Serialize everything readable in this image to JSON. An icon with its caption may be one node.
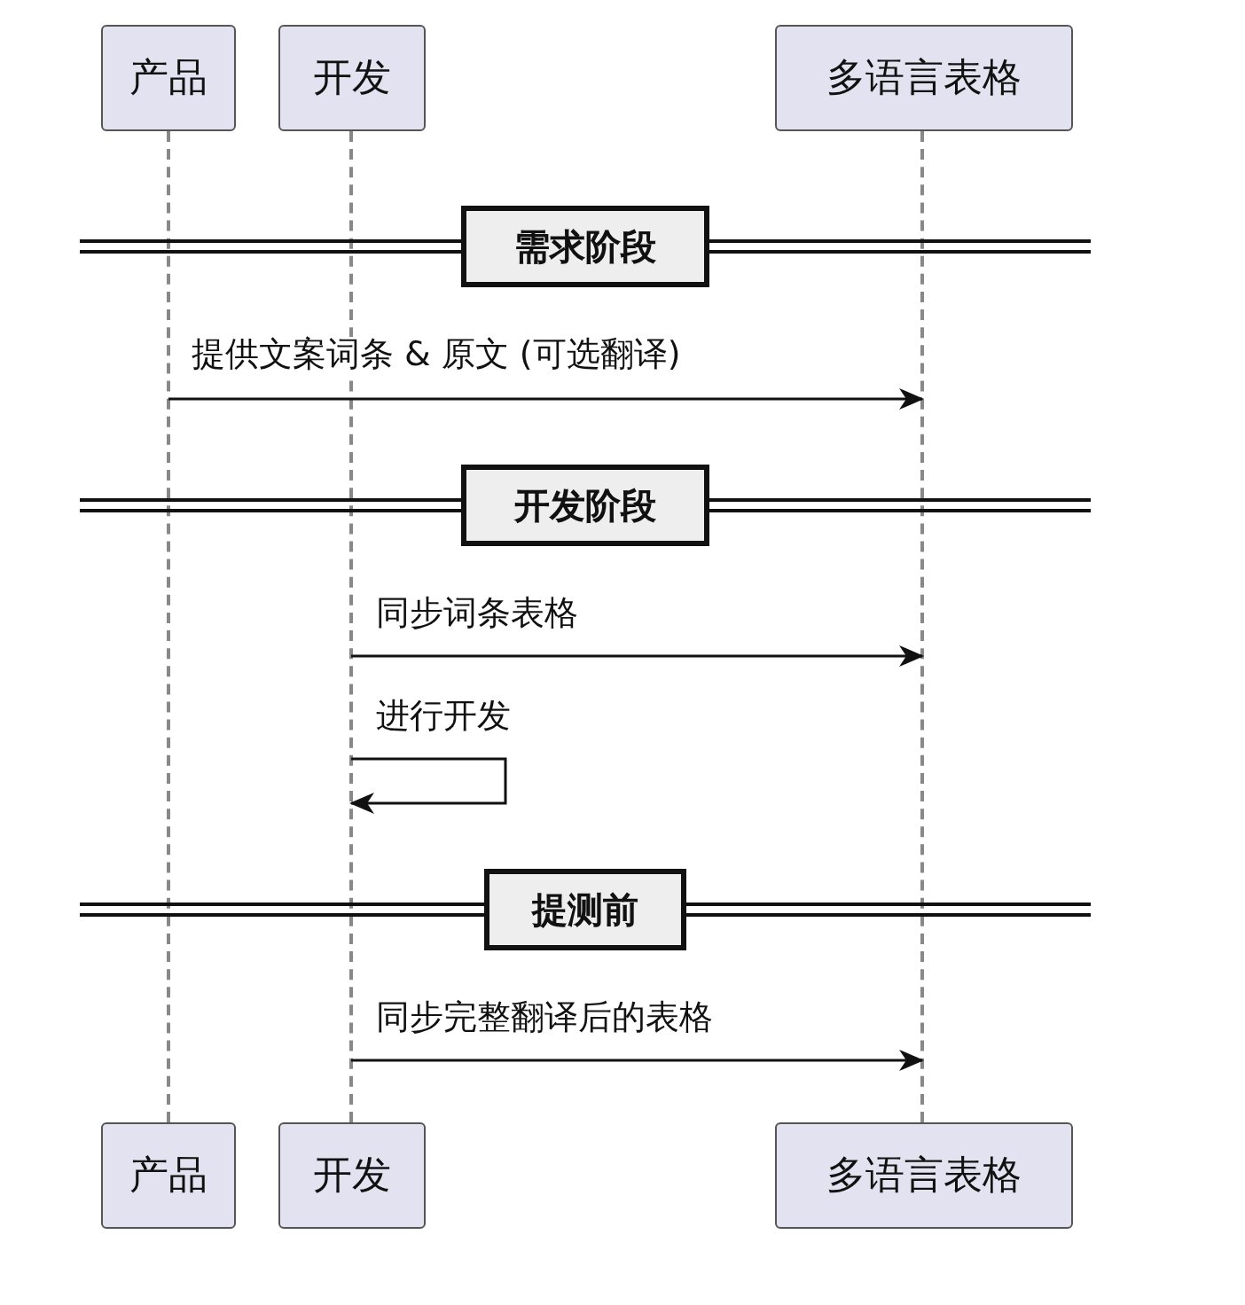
{
  "diagram": {
    "nodes": [
      {
        "text": [
          "产品"
        ]
      },
      {
        "text": [
          "开发"
        ]
      },
      {
        "text": [
          "多语言表格"
        ]
      },
      {
        "text": [
          "产品"
        ]
      },
      {
        "text": [
          "开发"
        ]
      },
      {
        "text": [
          "多语言表格"
        ]
      },
      {
        "text": [
          "需求阶段"
        ]
      },
      {
        "text": [
          "开发阶段"
        ]
      },
      {
        "text": [
          "提测前"
        ]
      },
      {
        "text": [],
        "shape": "line"
      },
      {
        "text": [],
        "shape": "line"
      },
      {
        "text": [],
        "shape": "line"
      }
    ],
    "edges": [
      {
        "from": 9,
        "to": 11,
        "arrow": "to",
        "label": "提供文案词条 & 原文 (可选翻译)"
      },
      {
        "from": 10,
        "to": 11,
        "arrow": "to",
        "label": "同步词条表格"
      },
      {
        "from": 10,
        "to": 10,
        "arrow": "to",
        "label": "进行开发"
      },
      {
        "from": 10,
        "to": 11,
        "arrow": "to",
        "label": "同步完整翻译后的表格"
      }
    ]
  }
}
